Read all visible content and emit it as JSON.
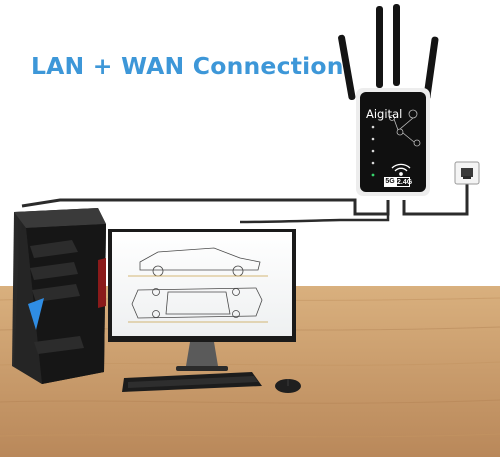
{
  "headline": "LAN + WAN Connection",
  "brand": "Aigital",
  "band_badges": {
    "five": "5G",
    "two": "2.4G"
  },
  "indicator_icons": [
    "lan-icon",
    "wan-icon",
    "wps-icon",
    "wlan-icon",
    "power-icon",
    "wifi-icon"
  ],
  "colors": {
    "headline": "#3d97d8",
    "desk": "#c89a66",
    "device": "#111111",
    "cable": "#2b2b2b"
  }
}
